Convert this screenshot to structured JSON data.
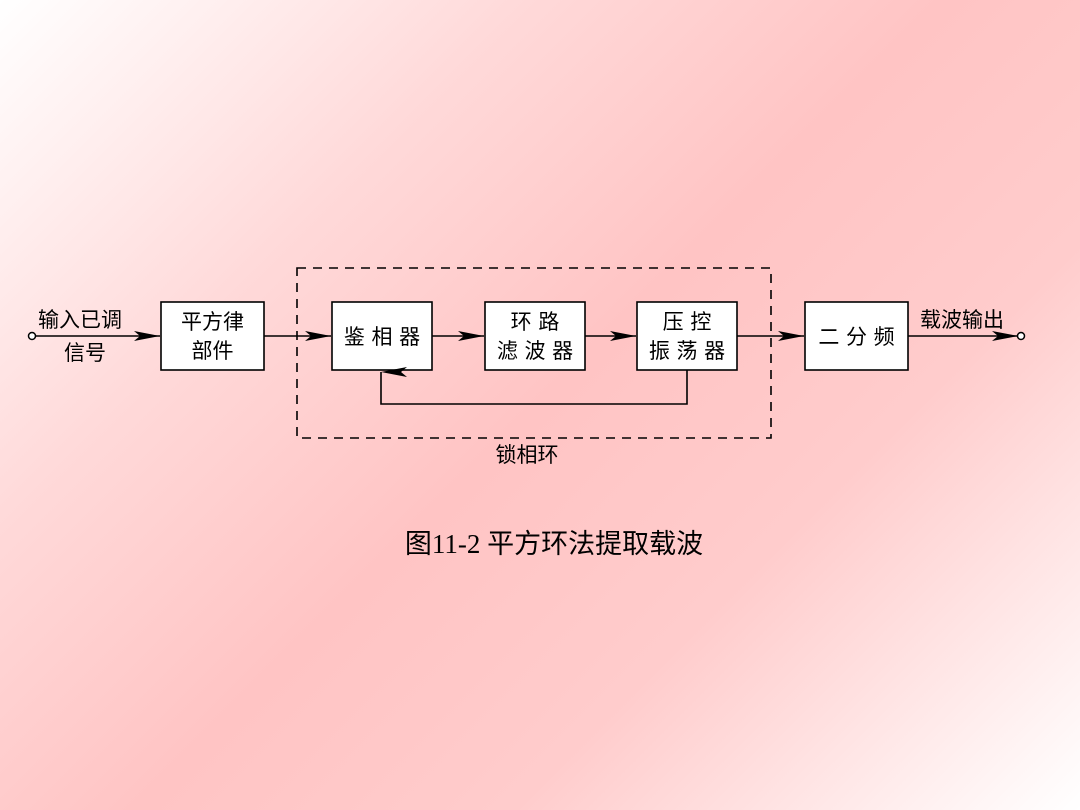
{
  "diagram": {
    "input_label": [
      "输入已调",
      "信号"
    ],
    "output_label": "载波输出",
    "blocks": {
      "square_law": [
        "平方律",
        "部件"
      ],
      "phase_detector": "鉴 相 器",
      "loop_filter": [
        "环 路",
        "滤 波 器"
      ],
      "vco": [
        "压 控",
        "振 荡 器"
      ],
      "divider": "二 分 频"
    },
    "pll_label": "锁相环",
    "caption": "图11-2 平方环法提取载波"
  }
}
